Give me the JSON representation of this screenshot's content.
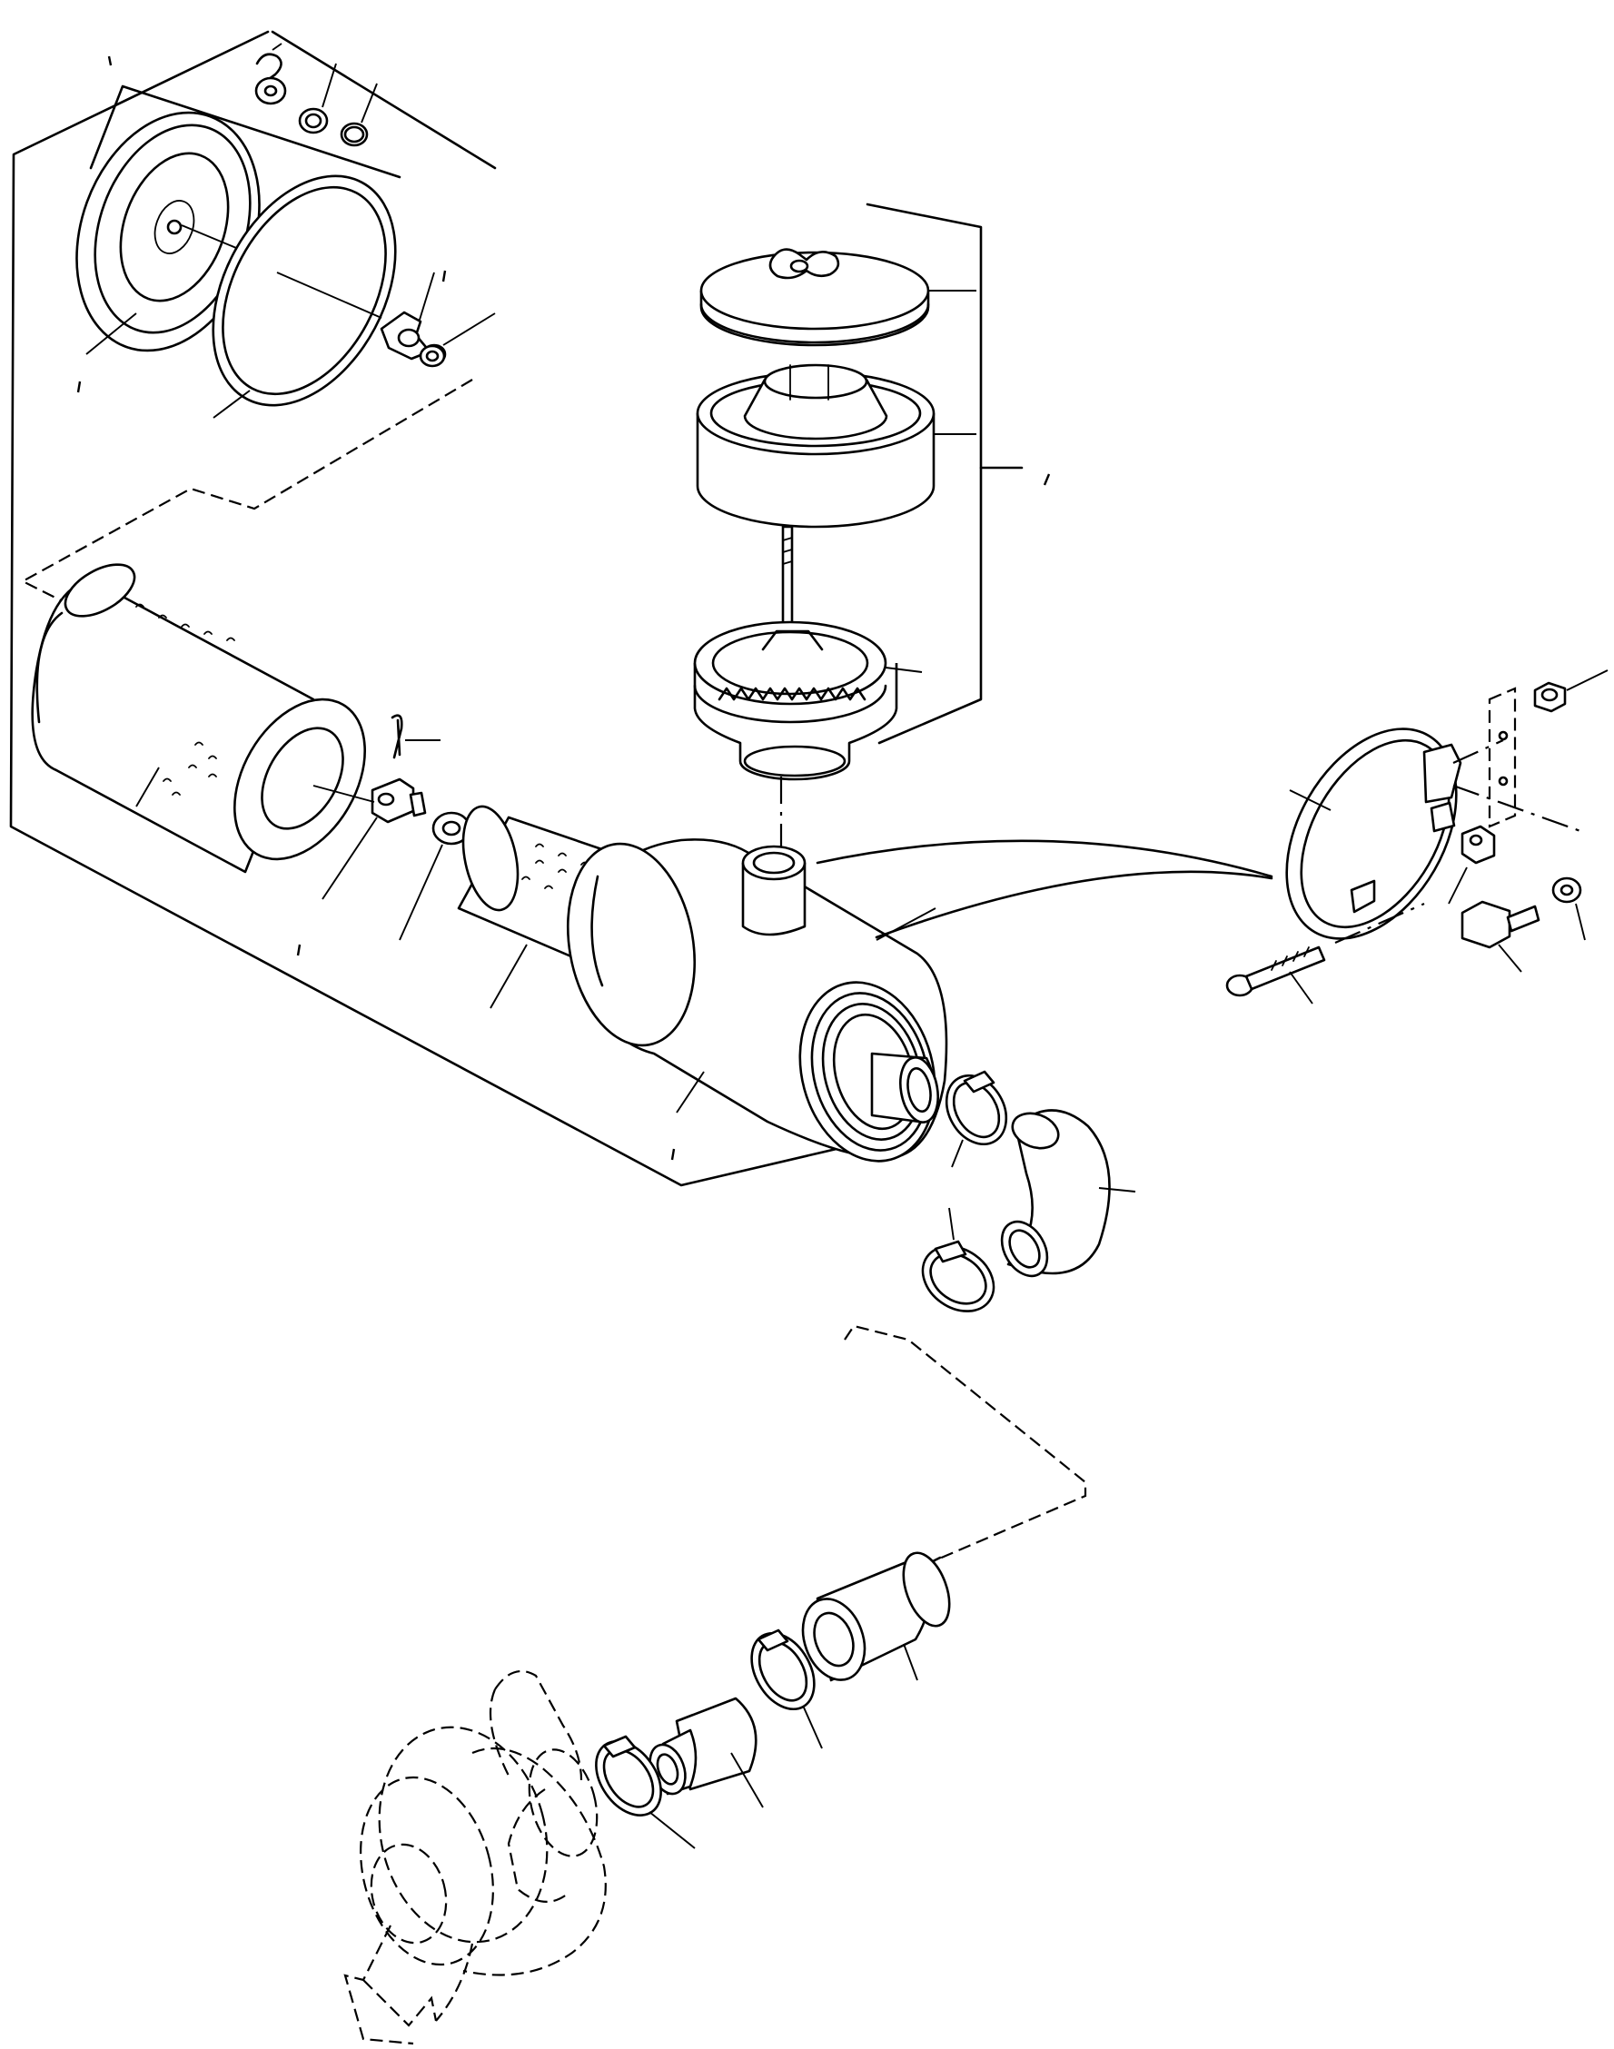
{
  "figure": {
    "kind": "exploded-parts-diagram",
    "line_color": "#000000",
    "background_color": "#ffffff",
    "printed_text": []
  },
  "parts": [
    {
      "id": "precleaner-cover",
      "icon": "cap-with-wing-nut"
    },
    {
      "id": "precleaner-bowl",
      "icon": "cyclone-bowl"
    },
    {
      "id": "precleaner-vane",
      "icon": "finned-base"
    },
    {
      "id": "filter-cover",
      "icon": "end-cap"
    },
    {
      "id": "cover-gasket",
      "icon": "ring"
    },
    {
      "id": "outer-element",
      "icon": "perforated-cylinder"
    },
    {
      "id": "inner-element",
      "icon": "perforated-cylinder"
    },
    {
      "id": "filter-body",
      "icon": "housing"
    },
    {
      "id": "wing-nut",
      "icon": "wing-nut"
    },
    {
      "id": "nut",
      "icon": "nut"
    },
    {
      "id": "washer",
      "icon": "washer"
    },
    {
      "id": "mounting-band",
      "icon": "band-clamp"
    },
    {
      "id": "band-bolt",
      "icon": "bolt"
    },
    {
      "id": "hex-bolt",
      "icon": "bolt"
    },
    {
      "id": "square-nut",
      "icon": "square-nut"
    },
    {
      "id": "elbow-hose",
      "icon": "elbow"
    },
    {
      "id": "hose-clamp",
      "icon": "worm-clamp"
    },
    {
      "id": "intake-pipe",
      "icon": "tube"
    },
    {
      "id": "reducer-hose",
      "icon": "reducer"
    },
    {
      "id": "turbocharger",
      "icon": "turbo-phantom"
    }
  ]
}
